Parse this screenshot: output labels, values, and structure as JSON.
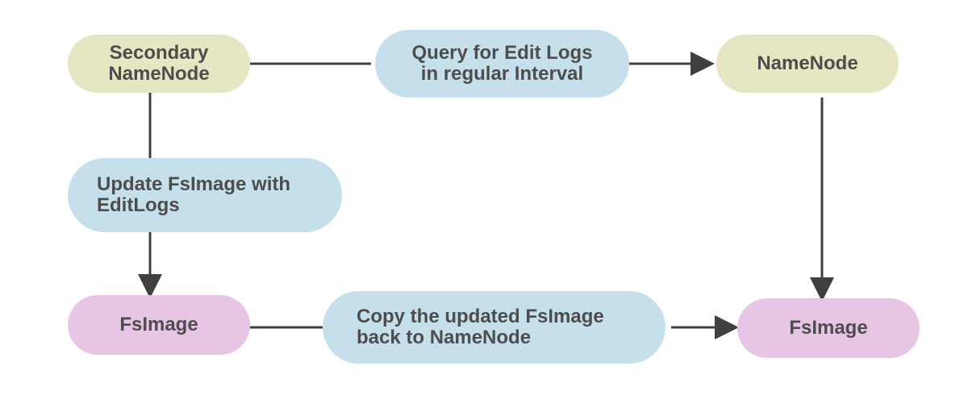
{
  "nodes": {
    "secondary_namenode": "Secondary\nNameNode",
    "query_edit_logs": "Query for Edit Logs\nin regular Interval",
    "namenode": "NameNode",
    "update_fsimage": "Update FsImage with\nEditLogs",
    "fsimage_left": "FsImage",
    "copy_fsimage": "Copy the updated FsImage\nback to NameNode",
    "fsimage_right": "FsImage"
  },
  "colors": {
    "khaki_node": "#e7e6c2",
    "blue_node": "#c6e0eb",
    "pink_node": "#e7c5e4",
    "text": "#4d4d4d",
    "connector": "#404040"
  }
}
